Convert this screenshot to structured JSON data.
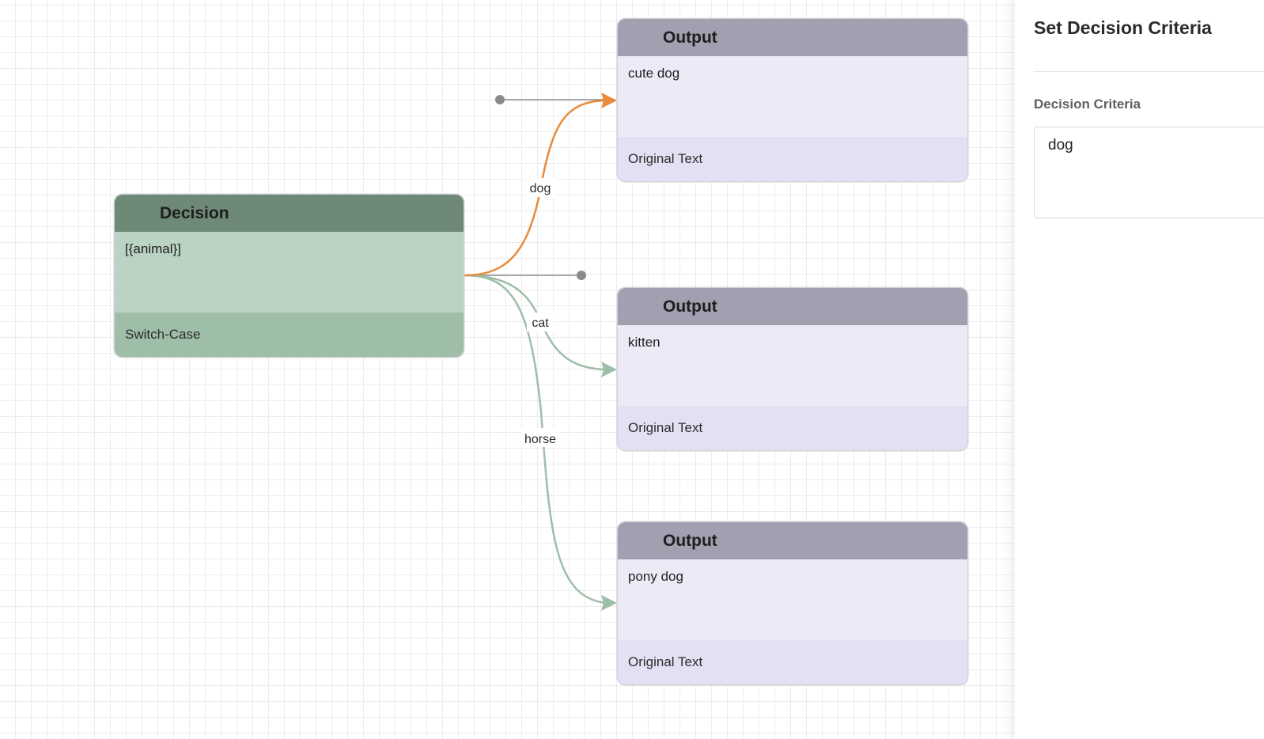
{
  "decision_node": {
    "title": "Decision",
    "body": "[{animal}]",
    "footer": "Switch-Case",
    "colors": {
      "header": "#6e8a77",
      "body": "#bad3c3",
      "footer": "#9fbea8"
    }
  },
  "output_nodes": [
    {
      "title": "Output",
      "body": "cute dog",
      "footer": "Original Text"
    },
    {
      "title": "Output",
      "body": "kitten",
      "footer": "Original Text"
    },
    {
      "title": "Output",
      "body": "pony dog",
      "footer": "Original Text"
    }
  ],
  "edges": [
    {
      "label": "dog",
      "target": "output-1",
      "selected": true,
      "color": "#e98b3a"
    },
    {
      "label": "cat",
      "target": "output-2",
      "selected": false,
      "color": "#9fbea8"
    },
    {
      "label": "horse",
      "target": "output-3",
      "selected": false,
      "color": "#9fbea8"
    }
  ],
  "colors": {
    "selected_edge": "#e98b3a",
    "edge": "#9fbea8",
    "handle": "#8a8a8a",
    "output_header": "#a19fb0"
  },
  "sidebar": {
    "title": "Set Decision Criteria",
    "field_label": "Decision Criteria",
    "field_value": "dog"
  }
}
